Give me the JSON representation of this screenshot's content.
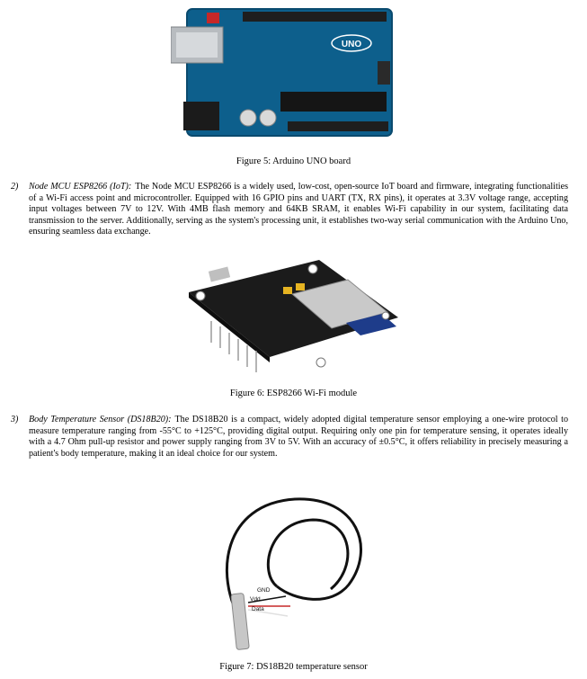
{
  "figure5": {
    "caption": "Figure 5: Arduino UNO board",
    "board_logo": "UNO"
  },
  "item2": {
    "number": "2)",
    "title": "Node MCU ESP8266 (IoT):",
    "text": "The Node MCU ESP8266 is a widely used, low-cost, open-source IoT board and firmware, integrating functionalities of a Wi-Fi access point and microcontroller. Equipped with 16 GPIO pins and UART (TX, RX pins), it operates at 3.3V voltage range, accepting input voltages between 7V to 12V. With 4MB flash memory and 64KB SRAM, it enables Wi-Fi capability in our system, facilitating data transmission to the server. Additionally, serving as the system's processing unit, it establishes two-way serial communication with the Arduino Uno, ensuring seamless data exchange."
  },
  "figure6": {
    "caption": "Figure 6: ESP8266 Wi-Fi module"
  },
  "item3": {
    "number": "3)",
    "title": "Body Temperature Sensor (DS18B20):",
    "text": "The DS18B20 is a compact, widely adopted digital temperature sensor employing a one-wire protocol to measure temperature ranging from -55°C to +125°C, providing digital output. Requiring only one pin for temperature sensing, it operates ideally with a 4.7 Ohm pull-up resistor and power supply ranging from 3V to 5V. With an accuracy of ±0.5°C, it offers reliability in precisely measuring a patient's body temperature, making it an ideal choice for our system."
  },
  "figure7": {
    "caption": "Figure 7: DS18B20 temperature sensor",
    "wire_labels": [
      "GND",
      "Vdd",
      "Data"
    ]
  }
}
